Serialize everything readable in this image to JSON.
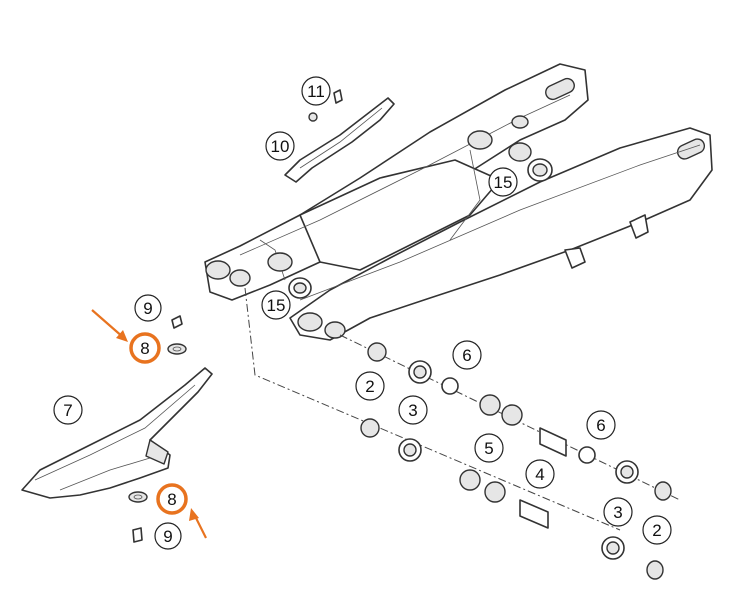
{
  "diagram": {
    "callouts": {
      "c11": "11",
      "c10": "10",
      "c15a": "15",
      "c15b": "15",
      "c9a": "9",
      "c8a": "8",
      "c7": "7",
      "c6a": "6",
      "c2a": "2",
      "c3a": "3",
      "c5": "5",
      "c4": "4",
      "c6b": "6",
      "c8b": "8",
      "c9b": "9",
      "c3b": "3",
      "c2b": "2"
    },
    "colors": {
      "highlight": "#e8731f",
      "line": "#333333",
      "fill_light": "#e6e6e6"
    }
  }
}
